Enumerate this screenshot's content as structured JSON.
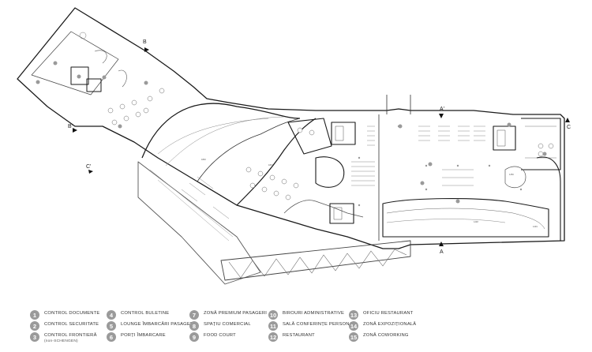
{
  "section_marks": {
    "b_top": "B",
    "b_left": "B'",
    "a_top": "A'",
    "a_bottom": "A",
    "c_right": "C",
    "c_left": "C'"
  },
  "legend": [
    {
      "num": "1",
      "label": "CONTROL DOCUMENTE"
    },
    {
      "num": "2",
      "label": "CONTROL SECURITATE"
    },
    {
      "num": "3",
      "label": "CONTROL FRONTIERĂ",
      "sub": "(non-SCHENGEN)"
    },
    {
      "num": "4",
      "label": "CONTROL BULETINE"
    },
    {
      "num": "5",
      "label": "LOUNGE ÎMBARCĂRI PASAGERI"
    },
    {
      "num": "6",
      "label": "PORȚI ÎMBARCARE"
    },
    {
      "num": "7",
      "label": "ZONĂ PREMIUM PASAGERI"
    },
    {
      "num": "8",
      "label": "SPAȚIU COMERCIAL"
    },
    {
      "num": "9",
      "label": "FOOD COURT"
    },
    {
      "num": "10",
      "label": "BIROURI ADMINISTRATIVE"
    },
    {
      "num": "11",
      "label": "SALĂ CONFERINȚE PERSONAL"
    },
    {
      "num": "12",
      "label": "RESTAURANT"
    },
    {
      "num": "13",
      "label": "OFICIU RESTAURANT"
    },
    {
      "num": "14",
      "label": "ZONĂ EXPOZIȚIONALĂ"
    },
    {
      "num": "15",
      "label": "ZONĂ COWORKING"
    }
  ],
  "colors": {
    "wall": "#1a1a1a",
    "thin": "#777777",
    "badge": "#9a9a9a"
  }
}
